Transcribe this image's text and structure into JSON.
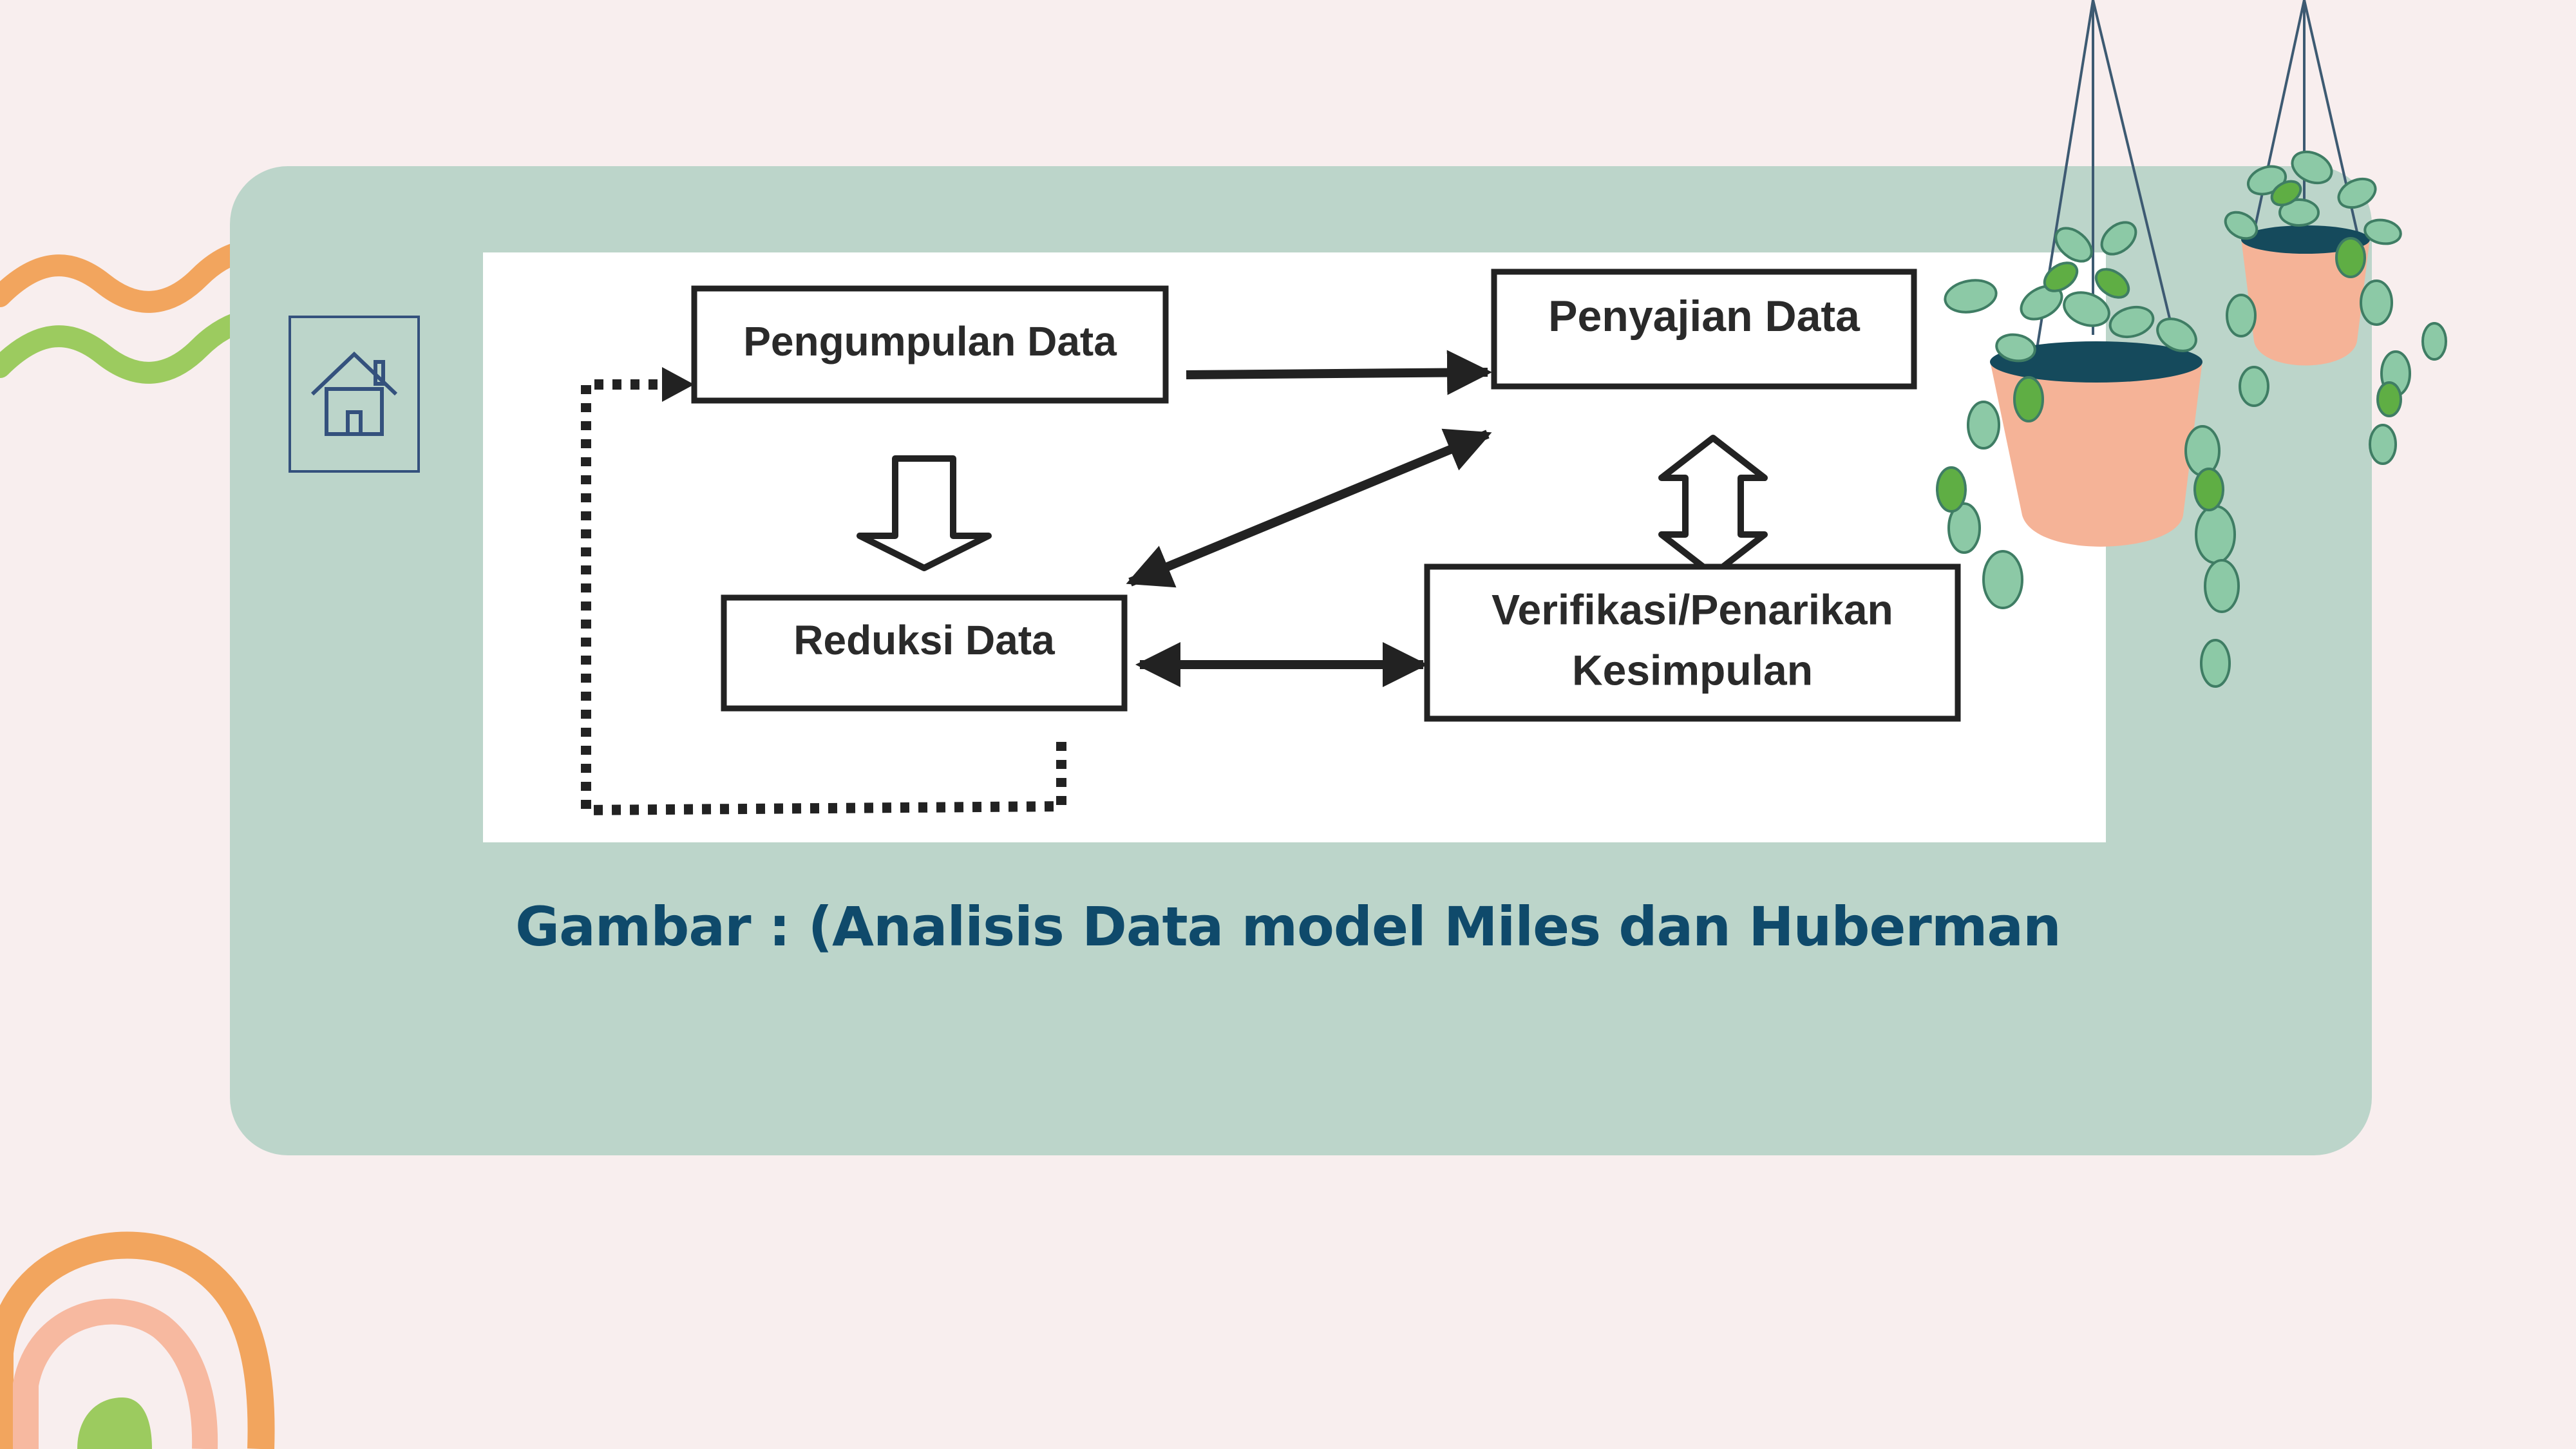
{
  "diagram": {
    "nodes": [
      {
        "id": "pengumpulan",
        "label": "Pengumpulan Data"
      },
      {
        "id": "penyajian",
        "label": "Penyajian Data"
      },
      {
        "id": "reduksi",
        "label": "Reduksi Data"
      },
      {
        "id": "verifikasi",
        "label_line1": "Verifikasi/Penarikan",
        "label_line2": "Kesimpulan"
      }
    ]
  },
  "caption": "Gambar : (Analisis Data model Miles dan Huberman",
  "icons": {
    "home": "home-icon",
    "plants": "hanging-plant-icon"
  },
  "colors": {
    "background": "#f8eeee",
    "card": "#bcd5ca",
    "caption": "#0f4a6b",
    "pot": "#f5b397",
    "leaf": "#8cc9a6"
  }
}
